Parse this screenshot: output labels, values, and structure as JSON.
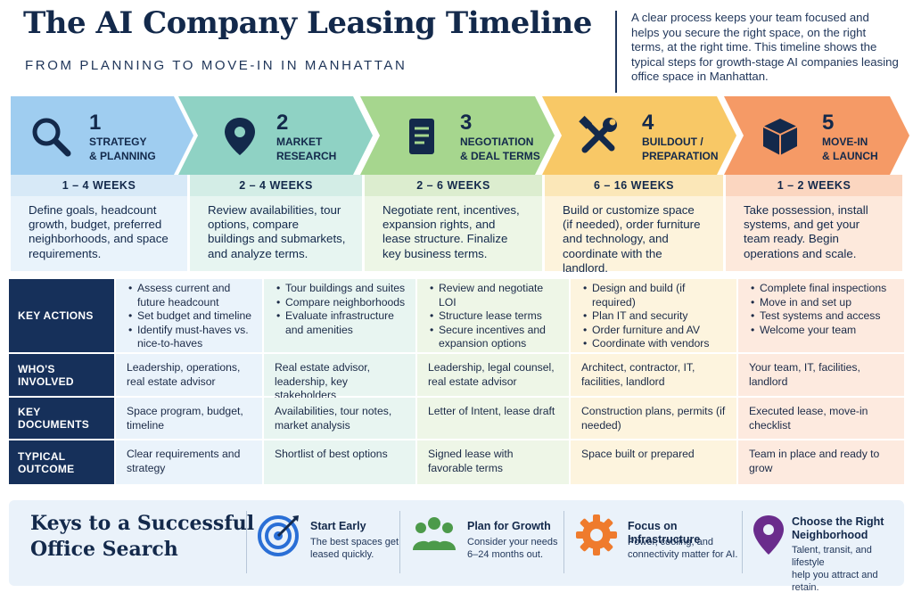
{
  "header": {
    "title": "The AI Company Leasing Timeline",
    "subtitle": "FROM PLANNING TO MOVE-IN IN MANHATTAN",
    "intro": "A clear process keeps your team focused and helps you secure the right space, on the right terms, at the right time. This timeline shows the typical steps for growth-stage AI companies leasing office space in Manhattan."
  },
  "colors": {
    "navy": "#13294b",
    "step1": "#9fcdf0",
    "step2": "#8fd2c4",
    "step3": "#a6d68e",
    "step4": "#f8c866",
    "step5": "#f59a66"
  },
  "steps": [
    {
      "number": "1",
      "label": "STRATEGY\n& PLANNING",
      "icon": "magnifier-icon",
      "duration": "1 – 4 WEEKS",
      "description": "Define goals, headcount growth, budget, preferred neighborhoods, and space requirements."
    },
    {
      "number": "2",
      "label": "MARKET\nRESEARCH",
      "icon": "map-pin-icon",
      "duration": "2 – 4 WEEKS",
      "description": "Review availabilities, tour options, compare buildings and submarkets, and analyze terms."
    },
    {
      "number": "3",
      "label": "NEGOTIATION\n& DEAL TERMS",
      "icon": "document-icon",
      "duration": "2 – 6 WEEKS",
      "description": "Negotiate rent, incentives, expansion rights, and lease structure. Finalize key business terms."
    },
    {
      "number": "4",
      "label": "BUILDOUT /\nPREPARATION",
      "icon": "tools-icon",
      "duration": "6 – 16 WEEKS",
      "description": "Build or customize space (if needed), order furniture and technology, and coordinate with the landlord."
    },
    {
      "number": "5",
      "label": "MOVE-IN\n& LAUNCH",
      "icon": "box-icon",
      "duration": "1 – 2 WEEKS",
      "description": "Take possession, install systems, and get your team ready. Begin operations and scale."
    }
  ],
  "table": {
    "rows": [
      {
        "label": "KEY ACTIONS",
        "cells": [
          [
            "Assess current and future headcount",
            "Set budget and timeline",
            "Identify must-haves vs. nice-to-haves"
          ],
          [
            "Tour buildings and suites",
            "Compare neighborhoods",
            "Evaluate infrastructure and amenities"
          ],
          [
            "Review and negotiate LOI",
            "Structure lease terms",
            "Secure incentives and expansion options"
          ],
          [
            "Design and build (if required)",
            "Plan IT and security",
            "Order furniture and AV",
            "Coordinate with vendors"
          ],
          [
            "Complete final inspections",
            "Move in and set up",
            "Test systems and access",
            "Welcome your team"
          ]
        ]
      },
      {
        "label": "WHO'S INVOLVED",
        "cells": [
          "Leadership, operations, real estate advisor",
          "Real estate advisor, leadership, key stakeholders",
          "Leadership, legal counsel, real estate advisor",
          "Architect, contractor, IT, facilities, landlord",
          "Your team, IT, facilities, landlord"
        ]
      },
      {
        "label": "KEY DOCUMENTS",
        "cells": [
          "Space program, budget, timeline",
          "Availabilities, tour notes, market analysis",
          "Letter of Intent, lease draft",
          "Construction plans, permits (if needed)",
          "Executed lease, move-in checklist"
        ]
      },
      {
        "label": "TYPICAL OUTCOME",
        "cells": [
          "Clear requirements and strategy",
          "Shortlist of best options",
          "Signed lease with favorable terms",
          "Space built or prepared",
          "Team in place and ready to grow"
        ]
      }
    ]
  },
  "keys": {
    "title": "Keys to a Successful\nOffice Search",
    "items": [
      {
        "heading": "Start Early",
        "text": "The best spaces get\nleased quickly.",
        "icon": "target-icon"
      },
      {
        "heading": "Plan for Growth",
        "text": "Consider your needs\n6–24 months out.",
        "icon": "people-icon"
      },
      {
        "heading": "Focus on Infrastructure",
        "text": "Power, cooling, and\nconnectivity matter for AI.",
        "icon": "gear-icon"
      },
      {
        "heading": "Choose the Right\nNeighborhood",
        "text": "Talent, transit, and lifestyle\nhelp you attract and retain.",
        "icon": "location-pin-icon"
      }
    ]
  }
}
